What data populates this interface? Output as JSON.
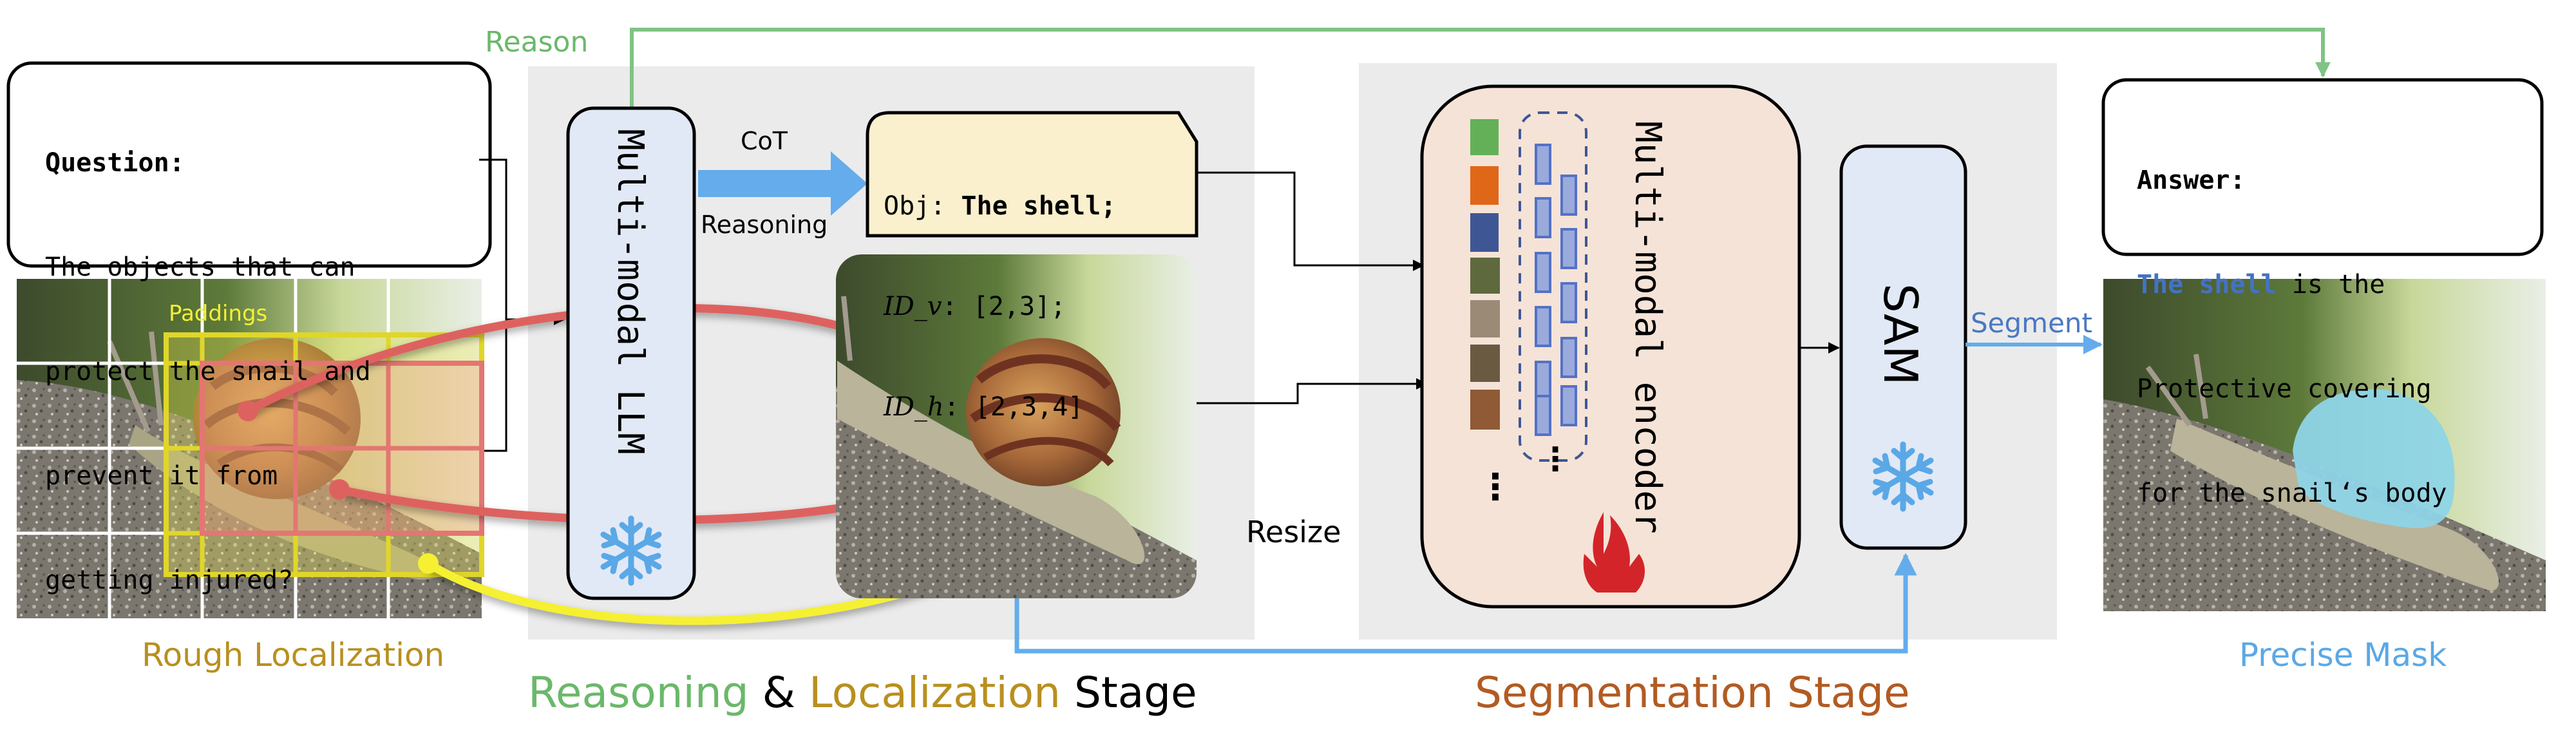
{
  "question": {
    "title": "Question:",
    "lines": [
      "The objects that can",
      "protect the snail and",
      "prevent it from",
      "getting injured?"
    ]
  },
  "labels": {
    "reason": "Reason",
    "paddings": "Paddings",
    "rough_localization": "Rough Localization",
    "cot_top": "CoT",
    "cot_bottom": "Reasoning",
    "resize": "Resize",
    "segment": "Segment",
    "precise_mask": "Precise Mask"
  },
  "llm": {
    "label": "Multi-modal LLM",
    "state": "frozen"
  },
  "encoder": {
    "label": "Multi-modal encoder",
    "state": "trainable",
    "ellipsis": "⋮"
  },
  "sam": {
    "label": "SAM",
    "state": "frozen"
  },
  "obj_box": {
    "obj_key": "Obj:",
    "obj_value": "The shell;",
    "idv_key": "ID_v",
    "idv_value": ": [2,3];",
    "idh_key": "ID_h",
    "idh_value": ": [2,3,4]"
  },
  "answer": {
    "title": "Answer:",
    "highlight": "The shell",
    "line1_rest": " is the",
    "line2": "Protective covering",
    "line3": "for the snail‘s body"
  },
  "stages": {
    "stage1": {
      "part1": "Reasoning",
      "part2": " & ",
      "part3": "Localization",
      "part4": " Stage"
    },
    "stage2": "Segmentation Stage"
  },
  "grid": {
    "columns": 5,
    "rows": 4,
    "id_v": [
      2,
      3
    ],
    "id_h": [
      2,
      3,
      4
    ]
  },
  "colors": {
    "reason_green": "#6bb86a",
    "green_line": "#80c383",
    "localization_gold": "#b8901f",
    "segmentation_brown": "#b25b22",
    "precise_blue": "#5aa8e6",
    "arrow_blue": "#64aceb",
    "red_arrow": "#dd625f",
    "yellow_arrow": "#f5f032",
    "answer_blue": "#4472c4",
    "llm_fill": "#e2e9f6",
    "encoder_fill": "#f5e3d7",
    "obj_fill": "#fbf0cd",
    "panel_grey": "#ebebeb"
  }
}
